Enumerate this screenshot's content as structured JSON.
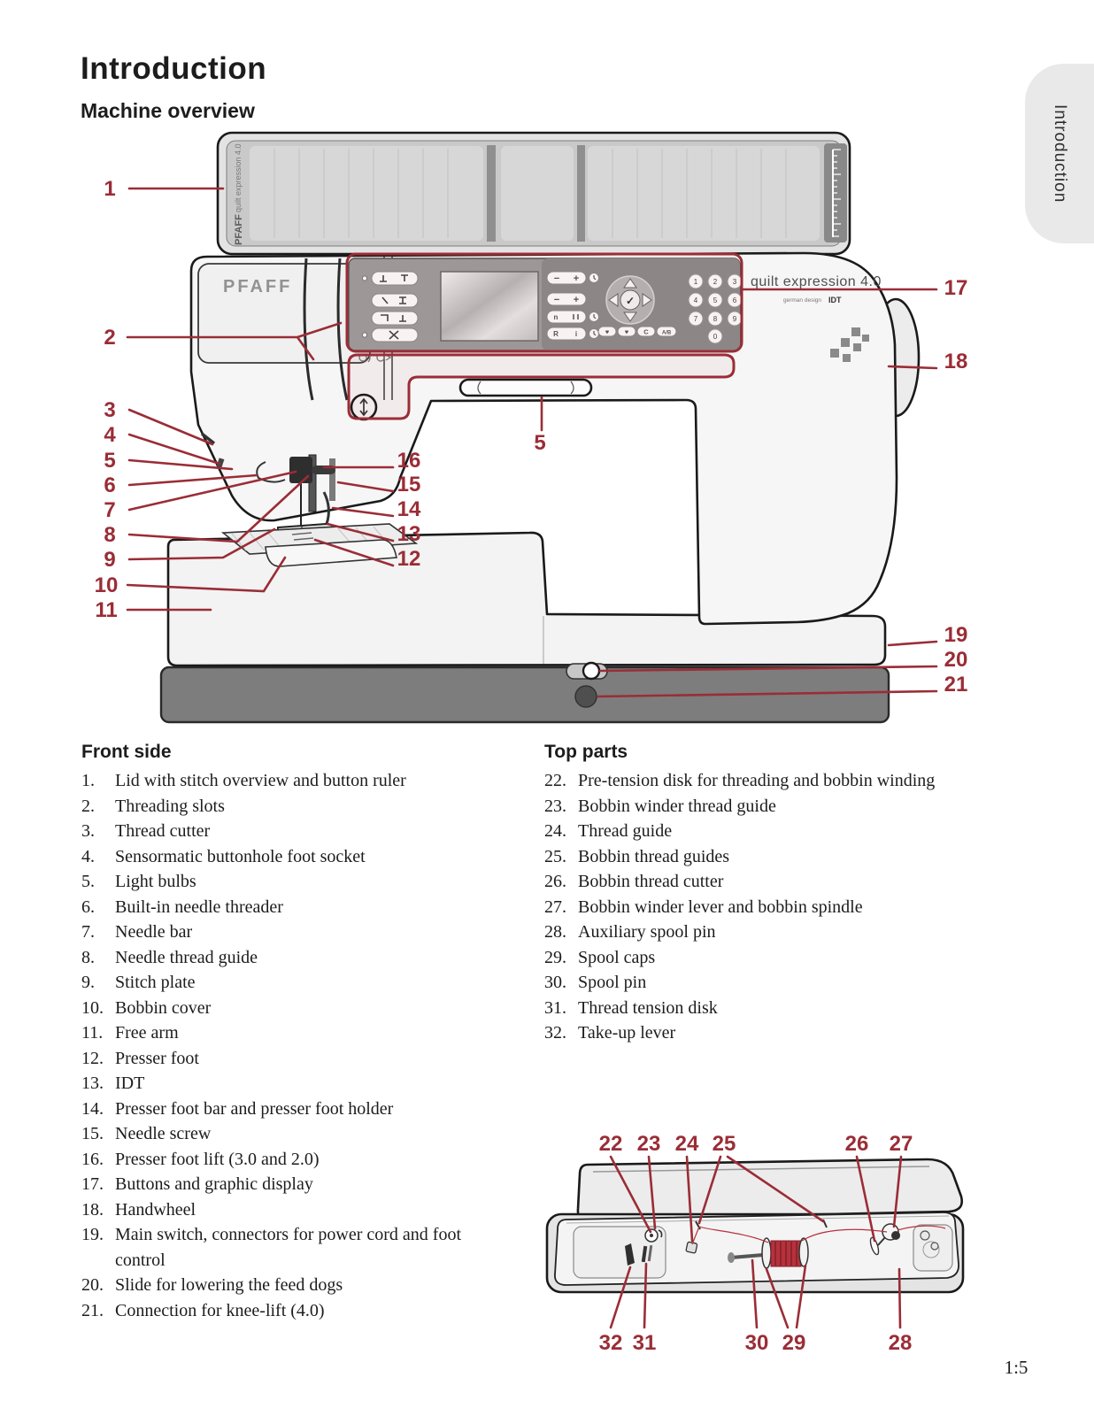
{
  "page": {
    "title": "Introduction",
    "subtitle": "Machine overview",
    "side_tab": "Introduction",
    "page_number": "1:5"
  },
  "colors": {
    "callout_red": "#9a2d36",
    "panel_gray": "#9d9d9d",
    "base_gray": "#7d7d7d"
  },
  "machine": {
    "brand": "PFAFF",
    "model": "quilt expression 4.0",
    "lid_brand": "PFAFF",
    "lid_model": "quilt expression 4.0",
    "design_credit": "german design",
    "idt_logo": "IDT",
    "numpad": [
      "1",
      "2",
      "3",
      "4",
      "5",
      "6",
      "7",
      "8",
      "9",
      "0"
    ],
    "glyphs": {
      "minus": "−",
      "plus": "+",
      "n": "n",
      "r": "R",
      "i": "i",
      "c": "C",
      "ab": "A/B",
      "heart": "♥",
      "check": "✓"
    }
  },
  "diagram_front": {
    "left": [
      "1",
      "2",
      "3",
      "4",
      "5",
      "6",
      "7",
      "8",
      "9",
      "10",
      "11"
    ],
    "mid": [
      "16",
      "15",
      "14",
      "13",
      "12"
    ],
    "right": [
      "17",
      "18",
      "19",
      "20",
      "21"
    ],
    "light": "5"
  },
  "diagram_top": {
    "top": [
      "22",
      "23",
      "24",
      "25",
      "26",
      "27"
    ],
    "bottom": [
      "32",
      "31",
      "30",
      "29",
      "28"
    ]
  },
  "lists": {
    "front_side": {
      "title": "Front side",
      "items": [
        {
          "num": "1.",
          "text": "Lid with stitch overview and button ruler"
        },
        {
          "num": "2.",
          "text": "Threading slots"
        },
        {
          "num": "3.",
          "text": "Thread cutter"
        },
        {
          "num": "4.",
          "text": "Sensormatic buttonhole foot socket"
        },
        {
          "num": "5.",
          "text": "Light bulbs"
        },
        {
          "num": "6.",
          "text": "Built-in needle threader"
        },
        {
          "num": "7.",
          "text": "Needle bar"
        },
        {
          "num": "8.",
          "text": "Needle thread guide"
        },
        {
          "num": "9.",
          "text": "Stitch plate"
        },
        {
          "num": "10.",
          "text": "Bobbin cover"
        },
        {
          "num": "11.",
          "text": "Free arm"
        },
        {
          "num": "12.",
          "text": "Presser foot"
        },
        {
          "num": "13.",
          "text": "IDT"
        },
        {
          "num": "14.",
          "text": "Presser foot bar and presser foot holder"
        },
        {
          "num": "15.",
          "text": "Needle screw"
        },
        {
          "num": "16.",
          "text": "Presser foot lift (3.0 and 2.0)"
        },
        {
          "num": "17.",
          "text": "Buttons and graphic display"
        },
        {
          "num": "18.",
          "text": "Handwheel"
        },
        {
          "num": "19.",
          "text": "Main switch, connectors for power cord and foot control"
        },
        {
          "num": "20.",
          "text": "Slide for lowering the feed dogs"
        },
        {
          "num": "21.",
          "text": "Connection for knee-lift (4.0)"
        }
      ]
    },
    "top_parts": {
      "title": "Top parts",
      "items": [
        {
          "num": "22.",
          "text": "Pre-tension disk for threading and bobbin winding"
        },
        {
          "num": "23.",
          "text": "Bobbin winder thread guide"
        },
        {
          "num": "24.",
          "text": "Thread guide"
        },
        {
          "num": "25.",
          "text": "Bobbin thread guides"
        },
        {
          "num": "26.",
          "text": "Bobbin thread cutter"
        },
        {
          "num": "27.",
          "text": "Bobbin winder lever and bobbin spindle"
        },
        {
          "num": "28.",
          "text": "Auxiliary spool pin"
        },
        {
          "num": "29.",
          "text": "Spool caps"
        },
        {
          "num": "30.",
          "text": "Spool pin"
        },
        {
          "num": "31.",
          "text": "Thread tension disk"
        },
        {
          "num": "32.",
          "text": "Take-up lever"
        }
      ]
    }
  }
}
